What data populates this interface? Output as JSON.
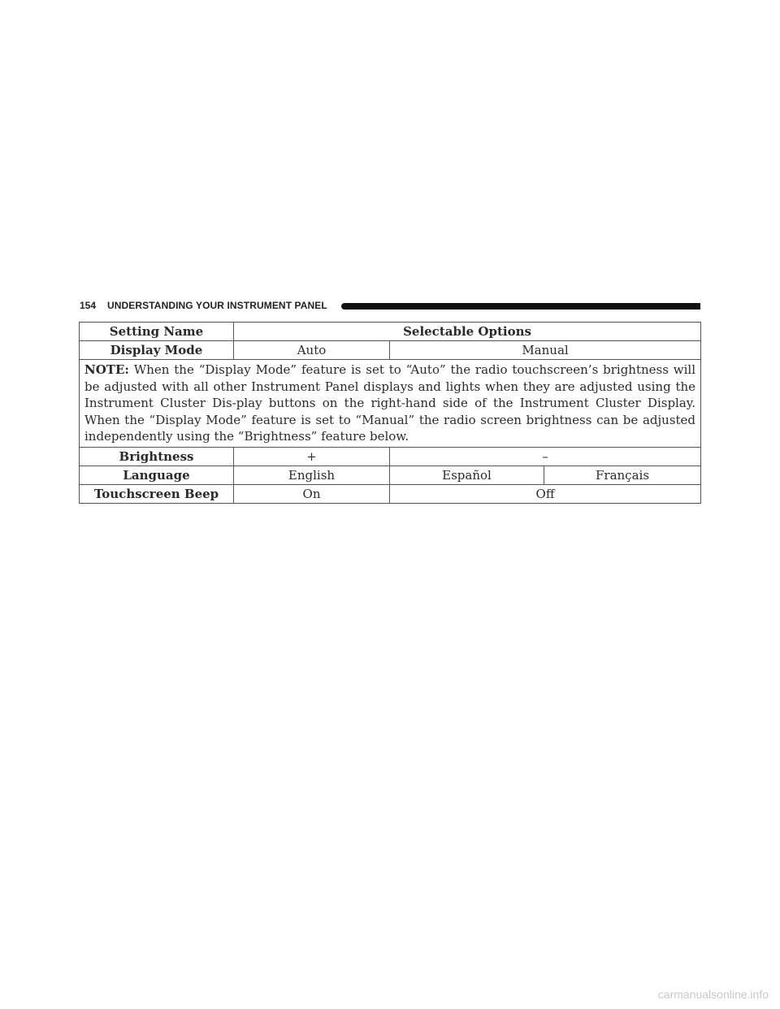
{
  "header": {
    "page_number": "154",
    "section_title": "UNDERSTANDING YOUR INSTRUMENT PANEL"
  },
  "table": {
    "header": {
      "setting_name": "Setting Name",
      "selectable_options": "Selectable Options"
    },
    "display_mode": {
      "name": "Display Mode",
      "options": [
        "Auto",
        "Manual"
      ]
    },
    "note": {
      "label": "NOTE:",
      "text": " When the “Display Mode” feature is set to “Auto” the radio touchscreen’s brightness will be adjusted with all other Instrument Panel displays and lights when they are adjusted using the Instrument Cluster Dis-play buttons on the right-hand side of the Instrument Cluster Display. When the “Display Mode” feature is set to “Manual” the radio screen brightness can be adjusted independently using the “Brightness” feature below."
    },
    "brightness": {
      "name": "Brightness",
      "options": [
        "+",
        "–"
      ]
    },
    "language": {
      "name": "Language",
      "options": [
        "English",
        "Español",
        "Français"
      ]
    },
    "touchscreen_beep": {
      "name": "Touchscreen Beep",
      "options": [
        "On",
        "Off"
      ]
    }
  },
  "watermark": "carmanualsonline.info"
}
